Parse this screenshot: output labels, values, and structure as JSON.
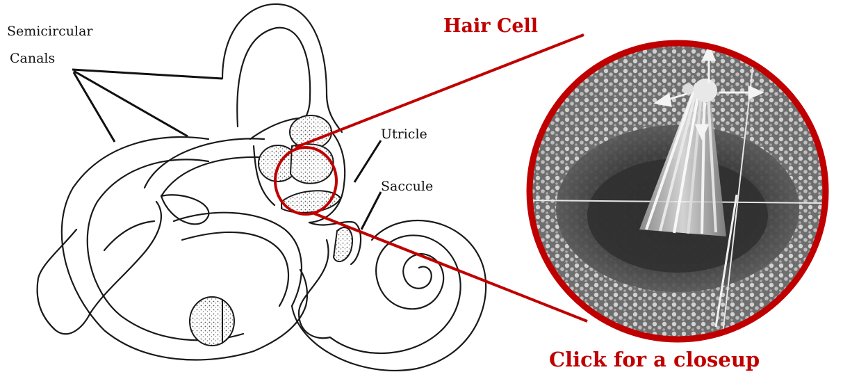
{
  "labels": {
    "semicircular_line1": "Semicircular",
    "semicircular_line2": "Canals",
    "utricle": "Utricle",
    "saccule": "Saccule",
    "hair_cell_title": "Hair Cell",
    "closeup_link": "Click for a closeup"
  },
  "colors": {
    "accent": "#c00000",
    "line": "#1a1a1a",
    "photo_dark": "#3a3a3a",
    "photo_light": "#cfcfcf"
  }
}
